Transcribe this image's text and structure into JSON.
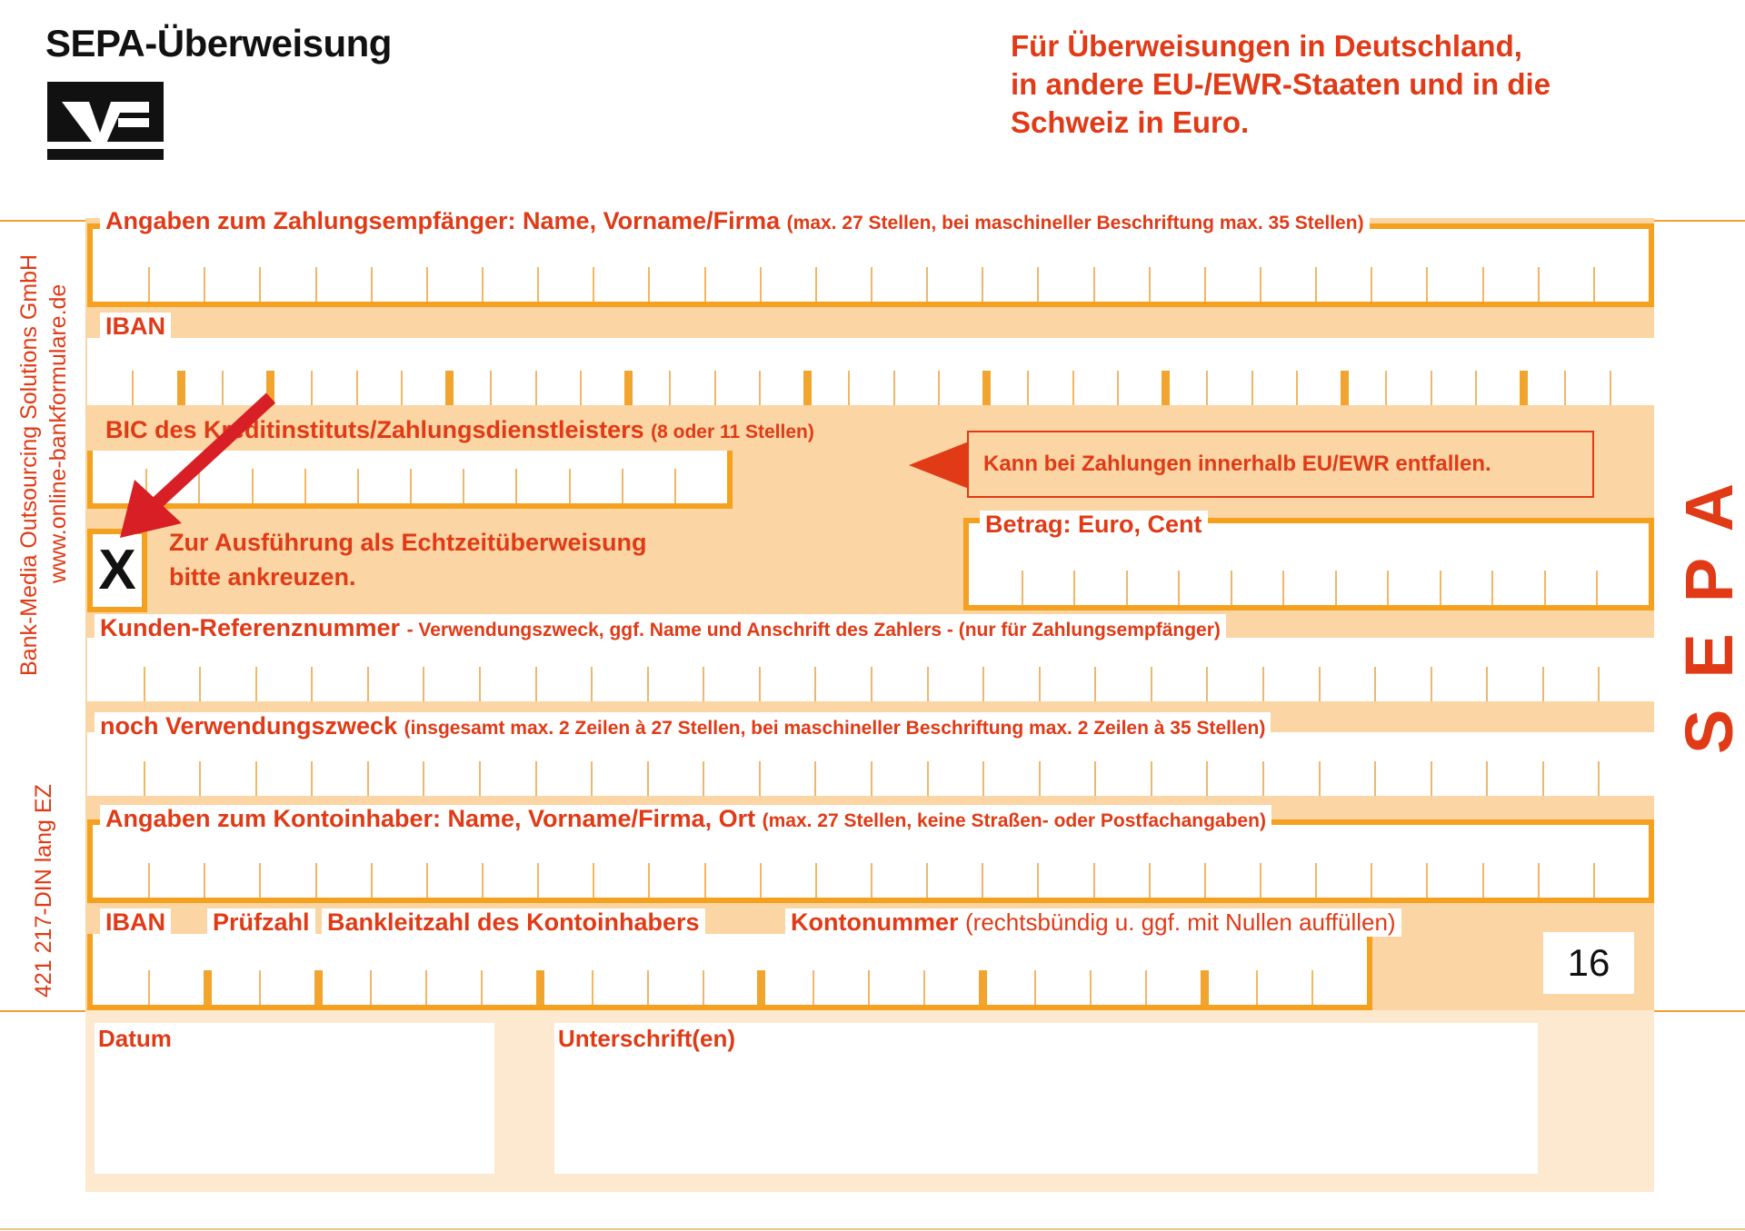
{
  "header": {
    "title": "SEPA-Überweisung",
    "intro_lines": [
      "Für Überweisungen in Deutschland,",
      "in andere EU-/EWR-Staaten und in die",
      "Schweiz in Euro."
    ]
  },
  "side": {
    "publisher": "Bank-Media Outsourcing Solutions GmbH",
    "website": "www.online-bankformulare.de",
    "form_code": "421 217-DIN lang  EZ",
    "sepa": "SEPA"
  },
  "fields": {
    "recipient": {
      "label": "Angaben zum Zahlungsempfänger: Name, Vorname/Firma",
      "hint": "(max. 27 Stellen, bei maschineller Beschriftung max. 35 Stellen)"
    },
    "iban": {
      "label": "IBAN"
    },
    "bic": {
      "label": "BIC des Kreditinstituts/Zahlungsdienstleisters",
      "hint": "(8 oder 11 Stellen)"
    },
    "bic_note": "Kann bei Zahlungen innerhalb EU/EWR entfallen.",
    "instant": {
      "mark": "X",
      "line1": "Zur Ausführung als Echtzeitüberweisung",
      "line2": "bitte ankreuzen.",
      "checked": true
    },
    "amount": {
      "label": "Betrag: Euro, Cent"
    },
    "reference": {
      "label": "Kunden-Referenznummer",
      "hint": "- Verwendungszweck, ggf. Name und Anschrift des Zahlers - (nur für Zahlungsempfänger)"
    },
    "purpose": {
      "label": "noch Verwendungszweck",
      "hint": "(insgesamt max. 2 Zeilen à 27 Stellen, bei maschineller Beschriftung max. 2 Zeilen à 35 Stellen)"
    },
    "account_holder": {
      "label": "Angaben zum Kontoinhaber: Name, Vorname/Firma, Ort",
      "hint": "(max. 27 Stellen, keine Straßen- oder Postfachangaben)"
    },
    "payer_iban": {
      "iban": "IBAN",
      "check": "Prüfzahl",
      "blz": "Bankleitzahl des Kontoinhabers",
      "account": "Kontonummer",
      "account_hint": "(rechtsbündig u. ggf. mit Nullen auffüllen)"
    },
    "code": "16"
  },
  "footer": {
    "date": "Datum",
    "signature": "Unterschrift(en)"
  },
  "colors": {
    "brand_red": "#e03a16",
    "form_orange": "#f4a11f",
    "form_fill": "#fbd5a3",
    "arrow_red": "#d81f26"
  }
}
